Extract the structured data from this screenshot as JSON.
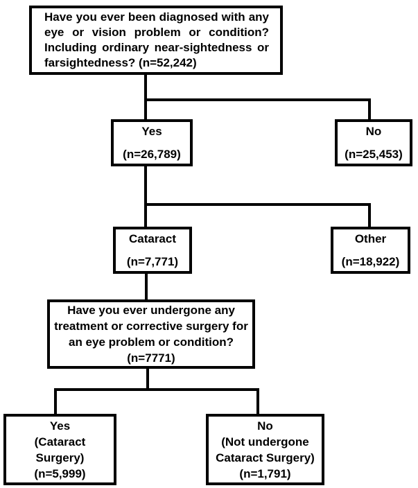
{
  "diagram": {
    "type": "flowchart",
    "background_color": "#ffffff",
    "line_color": "#000000",
    "boxes": {
      "q1": {
        "lines": [
          "Have you ever been diagnosed with any",
          "eye or vision problem or condition?",
          "Including ordinary near-sightedness or",
          "farsightedness? (n=52,242)"
        ]
      },
      "yes1": {
        "label": "Yes",
        "count": "(n=26,789)"
      },
      "no1": {
        "label": "No",
        "count": "(n=25,453)"
      },
      "cataract": {
        "label": "Cataract",
        "count": "(n=7,771)"
      },
      "other": {
        "label": "Other",
        "count": "(n=18,922)"
      },
      "q2": {
        "lines": [
          "Have you ever undergone any",
          "treatment or corrective surgery for",
          "an eye problem or condition?",
          "(n=7771)"
        ]
      },
      "yes2": {
        "lines": [
          "Yes",
          "(Cataract",
          "Surgery)",
          "(n=5,999)"
        ]
      },
      "no2": {
        "lines": [
          "No",
          "(Not undergone",
          "Cataract Surgery)",
          "(n=1,791)"
        ]
      }
    }
  }
}
